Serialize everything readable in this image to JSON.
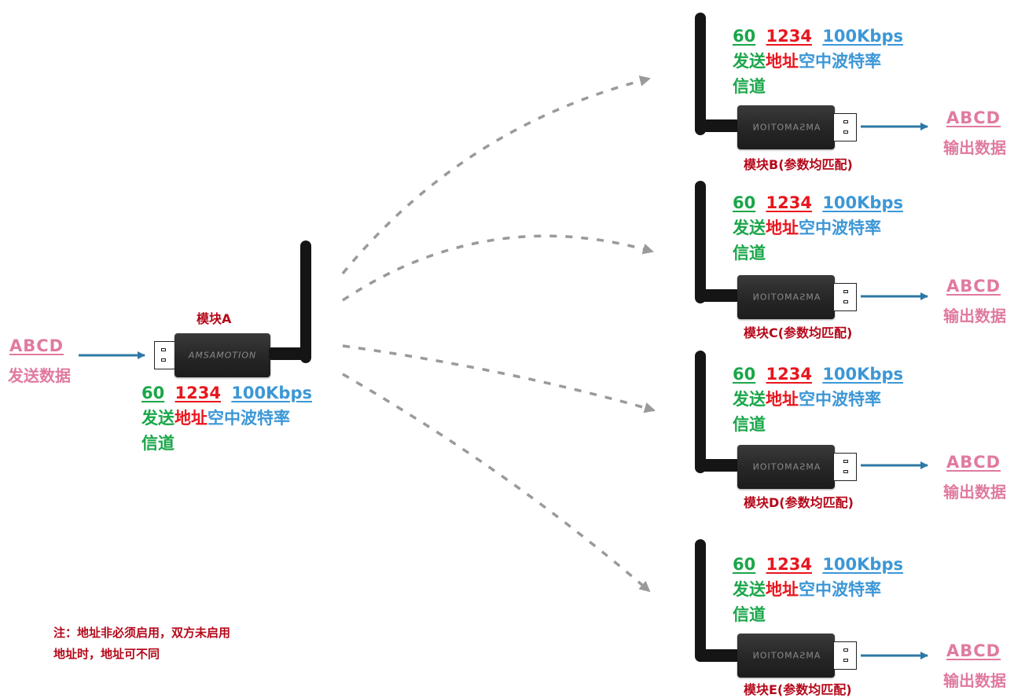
{
  "colors": {
    "pink": "#e07aa0",
    "green": "#1aa64a",
    "red": "#e8161e",
    "blue": "#3c97d6",
    "dark_red": "#b5081a",
    "arrow_blue": "#2e78a6",
    "dash_gray": "#9a9a9a",
    "device_black": "#262626"
  },
  "input": {
    "data": "ABCD",
    "label": "发送数据"
  },
  "module_a": {
    "label": "模块A",
    "brand": "AMSAMOTION"
  },
  "params": {
    "channel_value": "60",
    "address_value": "1234",
    "rate_value": "100Kbps",
    "send": "发送",
    "address": "地址",
    "rate_label": "空中波特率",
    "channel": "信道"
  },
  "receivers": [
    {
      "label": "模块B(参数均匹配)",
      "brand": "AMSAMOTION",
      "output_data": "ABCD",
      "output_label": "输出数据"
    },
    {
      "label": "模块C(参数均匹配)",
      "brand": "AMSAMOTION",
      "output_data": "ABCD",
      "output_label": "输出数据"
    },
    {
      "label": "模块D(参数均匹配)",
      "brand": "AMSAMOTION",
      "output_data": "ABCD",
      "output_label": "输出数据"
    },
    {
      "label": "模块E(参数均匹配)",
      "brand": "AMSAMOTION",
      "output_data": "ABCD",
      "output_label": "输出数据"
    }
  ],
  "note": {
    "line1": "注：地址非必须启用，双方未启用",
    "line2": "地址时，地址可不同"
  }
}
